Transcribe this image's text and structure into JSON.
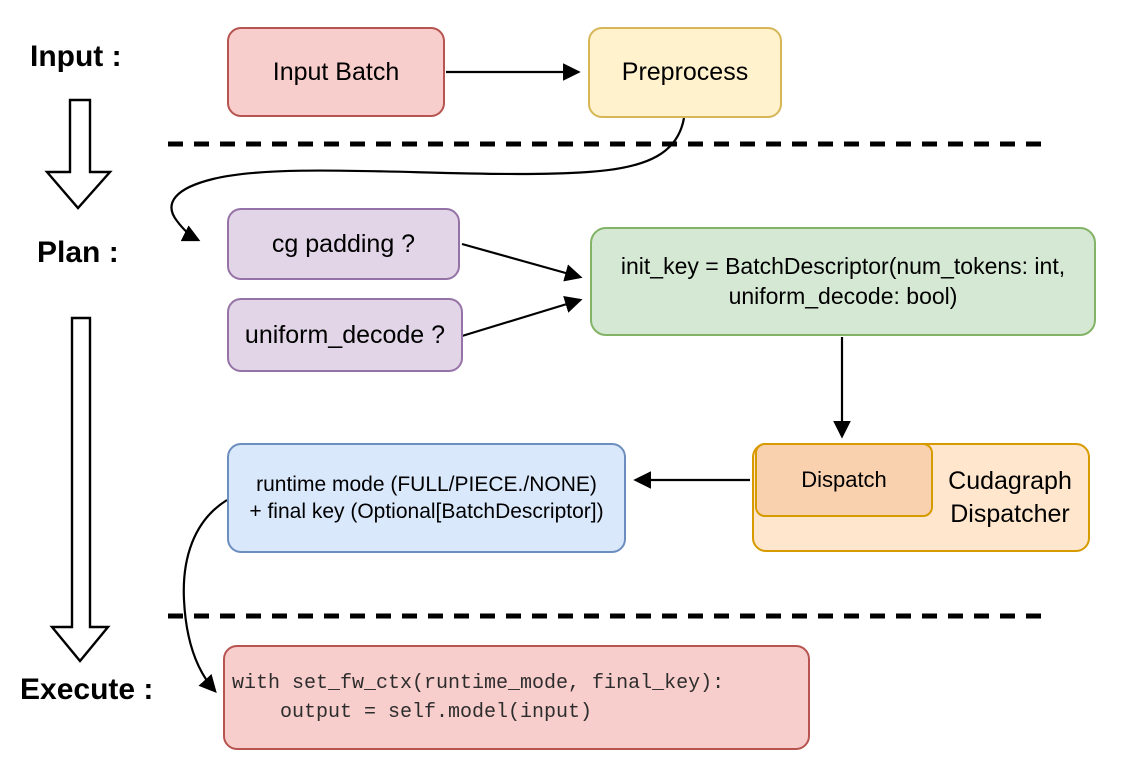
{
  "sections": {
    "input": {
      "label": "Input :"
    },
    "plan": {
      "label": "Plan :"
    },
    "execute": {
      "label": "Execute :"
    }
  },
  "nodes": {
    "input_batch": {
      "label": "Input Batch"
    },
    "preprocess": {
      "label": "Preprocess"
    },
    "cg_padding": {
      "label": "cg padding ?"
    },
    "uniform_decode": {
      "label": "uniform_decode ?"
    },
    "init_key": {
      "line1": "init_key = BatchDescriptor(num_tokens: int,",
      "line2": "uniform_decode: bool)"
    },
    "dispatch": {
      "label": "Dispatch"
    },
    "cudagraph_dispatcher": {
      "label": "Cudagraph Dispatcher"
    },
    "runtime_mode": {
      "line1": "runtime mode (FULL/PIECE./NONE)",
      "line2": "+ final key (Optional[BatchDescriptor])"
    },
    "execute_code": {
      "line1": "with set_fw_ctx(runtime_mode, final_key):",
      "line2": "    output = self.model(input)"
    }
  },
  "colors": {
    "red_fill": "#f8cecc",
    "red_stroke": "#b85450",
    "yellow_fill": "#fff2cc",
    "yellow_stroke": "#d6b656",
    "purple_fill": "#e1d5e7",
    "purple_stroke": "#9673a6",
    "green_fill": "#d5e8d4",
    "green_stroke": "#82b366",
    "blue_fill": "#dae8fc",
    "blue_stroke": "#6c8ebf",
    "orange_outer_fill": "#ffe6cc",
    "orange_inner_fill": "#fad1af",
    "orange_stroke": "#d79b00",
    "connector": "#000000"
  }
}
